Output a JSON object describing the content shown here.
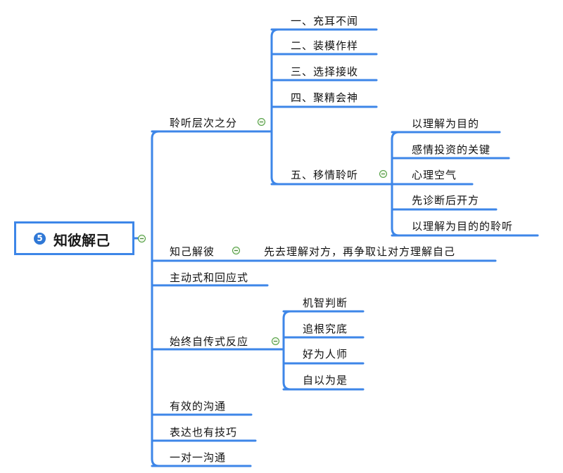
{
  "root": {
    "badge": "5",
    "title": "知彼解己"
  },
  "branches": [
    {
      "label": "聆听层次之分",
      "children": [
        {
          "label": "一、充耳不闻"
        },
        {
          "label": "二、装模作样"
        },
        {
          "label": "三、选择接收"
        },
        {
          "label": "四、聚精会神"
        },
        {
          "label": "五、移情聆听",
          "children": [
            {
              "label": "以理解为目的"
            },
            {
              "label": "感情投资的关键"
            },
            {
              "label": "心理空气"
            },
            {
              "label": "先诊断后开方"
            },
            {
              "label": "以理解为目的的聆听"
            }
          ]
        }
      ]
    },
    {
      "label": "知己解彼",
      "children": [
        {
          "label": "先去理解对方，再争取让对方理解自己"
        }
      ]
    },
    {
      "label": "主动式和回应式"
    },
    {
      "label": "始终自传式反应",
      "children": [
        {
          "label": "机智判断"
        },
        {
          "label": "追根究底"
        },
        {
          "label": "好为人师"
        },
        {
          "label": "自以为是"
        }
      ]
    },
    {
      "label": "有效的沟通"
    },
    {
      "label": "表达也有技巧"
    },
    {
      "label": "一对一沟通"
    }
  ],
  "colors": {
    "line": "#3d86e8",
    "toggle": "#4a9a3a"
  },
  "icons": {
    "collapse": "minus-circle-icon"
  }
}
